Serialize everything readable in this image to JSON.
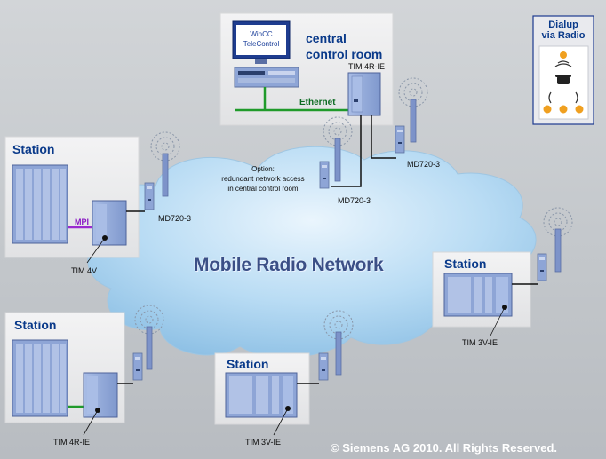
{
  "title": "Mobile Radio Network",
  "central": {
    "heading_line1": "central",
    "heading_line2": "control room",
    "screen_line1": "WinCC",
    "screen_line2": "TeleControl",
    "tim": "TIM 4R-IE",
    "ethernet": "Ethernet"
  },
  "option": {
    "line1": "Option:",
    "line2": "redundant network access",
    "line3": "in central control room"
  },
  "dialup": {
    "line1": "Dialup",
    "line2": "via Radio"
  },
  "modems": {
    "central_right": "MD720-3",
    "central_left": "MD720-3",
    "station_left": "MD720-3"
  },
  "stations": [
    {
      "label": "Station",
      "tim": "TIM 4V",
      "bus": "MPI"
    },
    {
      "label": "Station",
      "tim": "TIM 3V-IE"
    },
    {
      "label": "Station",
      "tim": "TIM 4R-IE"
    },
    {
      "label": "Station",
      "tim": "TIM 3V-IE"
    }
  ],
  "copyright": "© Siemens AG 2010. All Rights Reserved.",
  "colors": {
    "cloud": "#9ec9ea",
    "device": "#8ea6d8",
    "ethernet": "#1f9a2a",
    "mpi": "#9a2ad0",
    "panel": "#ebebec",
    "header_text": "#0a3a8a"
  }
}
